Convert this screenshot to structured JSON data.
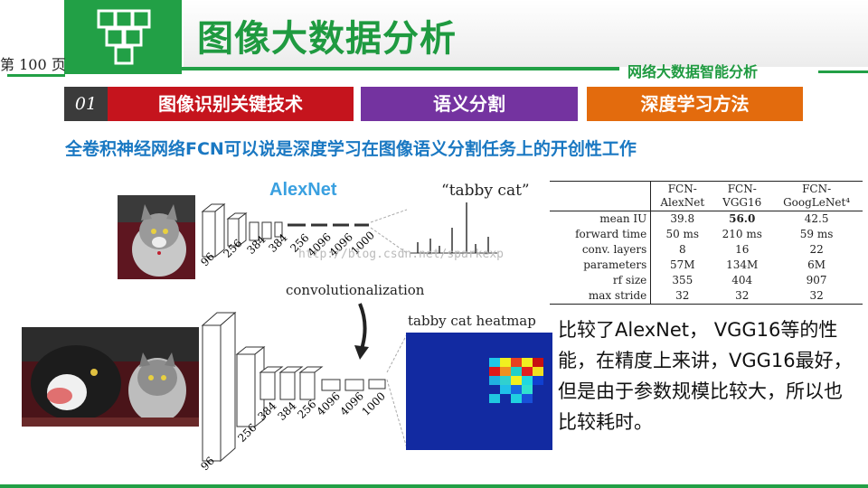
{
  "header": {
    "title": "图像大数据分析",
    "page_number": "第 100 页",
    "subtitle": "网络大数据智能分析",
    "logo_icon": "cube-stack-icon",
    "accent_color": "#22a046"
  },
  "tabs": {
    "index": "01",
    "items": [
      {
        "label": "图像识别关键技术",
        "color": "#c5141d"
      },
      {
        "label": "语义分割",
        "color": "#7433a0"
      },
      {
        "label": "深度学习方法",
        "color": "#e36b0d"
      }
    ]
  },
  "headline": "全卷积神经网络FCN可以说是深度学习在图像语义分割任务上的开创性工作",
  "figure": {
    "alexnet_label": "AlexNet",
    "tabby_label": "“tabby cat”",
    "convolutionalization_label": "convolutionalization",
    "heatmap_label": "tabby cat heatmap",
    "watermark": "http://blog.csdn.net/sparkexp",
    "top_layer_sizes": [
      "96",
      "256",
      "384",
      "384",
      "256",
      "4096",
      "4096",
      "1000"
    ],
    "bottom_layer_sizes": [
      "96",
      "256",
      "384",
      "384",
      "256",
      "4096",
      "4096",
      "1000"
    ]
  },
  "table": {
    "columns": [
      "FCN-\nAlexNet",
      "FCN-\nVGG16",
      "FCN-\nGoogLeNet⁴"
    ],
    "rows": [
      {
        "label": "mean IU",
        "values": [
          "39.8",
          "56.0",
          "42.5"
        ]
      },
      {
        "label": "forward time",
        "values": [
          "50 ms",
          "210 ms",
          "59 ms"
        ]
      },
      {
        "label": "conv. layers",
        "values": [
          "8",
          "16",
          "22"
        ]
      },
      {
        "label": "parameters",
        "values": [
          "57M",
          "134M",
          "6M"
        ]
      },
      {
        "label": "rf size",
        "values": [
          "355",
          "404",
          "907"
        ]
      },
      {
        "label": "max stride",
        "values": [
          "32",
          "32",
          "32"
        ]
      }
    ]
  },
  "description": "比较了AlexNet， VGG16等的性能，在精度上来讲，VGG16最好，但是由于参数规模比较大，所以也比较耗时。"
}
